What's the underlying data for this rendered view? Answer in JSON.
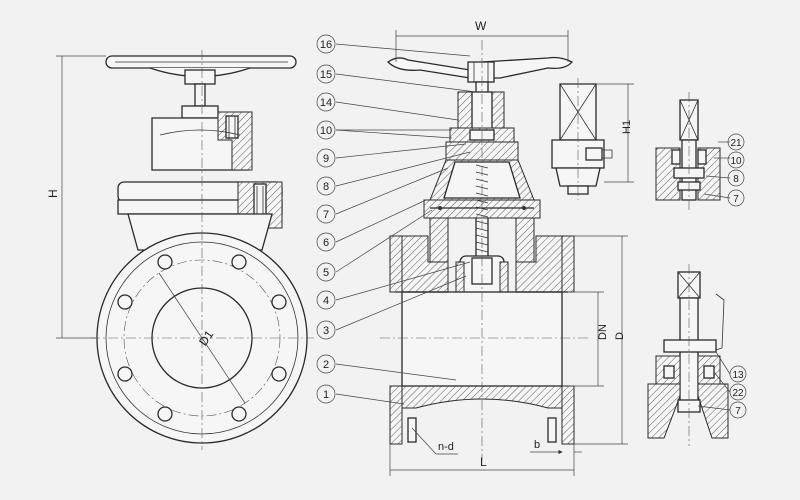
{
  "dimensions": {
    "W": "W",
    "H": "H",
    "H1": "H1",
    "D1": "D1",
    "DN": "DN",
    "D": "D",
    "L": "L",
    "b": "b",
    "n_d": "n-d"
  },
  "callouts_main": [
    "16",
    "15",
    "14",
    "10",
    "9",
    "8",
    "7",
    "6",
    "5",
    "4",
    "3",
    "2",
    "1"
  ],
  "callouts_detail_top": [
    "21",
    "10",
    "8",
    "7"
  ],
  "callouts_detail_bottom": [
    "13",
    "22",
    "7"
  ]
}
